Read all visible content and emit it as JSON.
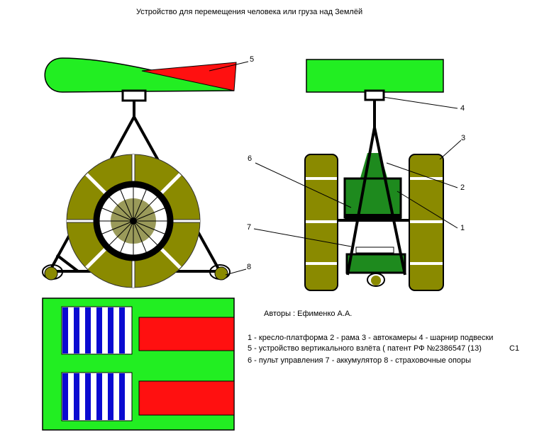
{
  "title": "Устройство для перемещения человека или груза над Землёй",
  "authors": "Авторы : Ефименко А.А.",
  "legend": [
    "1 - кресло-платформа 2 - рама 3 - автокамеры 4 - шарнир подвески",
    "5 - устройство вертикального взлёта ( патент РФ №2386547  (13)",
    "6 - пульт управления 7 - аккумулятор 8 - страховочные опоры"
  ],
  "legend_suffix": "C1",
  "callouts": {
    "n1": "1",
    "n2": "2",
    "n3": "3",
    "n4": "4",
    "n5": "5",
    "n6": "6",
    "n7": "7",
    "n8": "8"
  },
  "colors": {
    "green": "#22ee22",
    "olive": "#8a8a00",
    "red": "#ff1010",
    "dark_green": "#1e8a1e",
    "blue": "#0a0ad0",
    "light_olive": "#9a9a5a"
  }
}
